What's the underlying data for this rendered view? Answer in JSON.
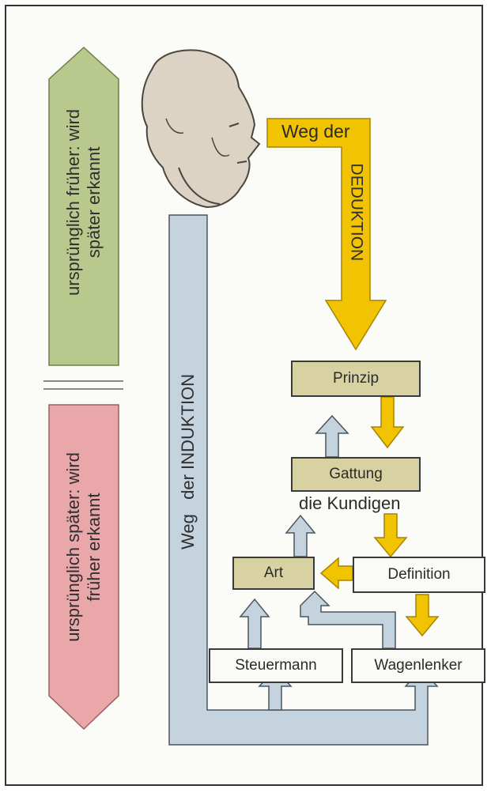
{
  "scale": {
    "upper_label": "ursprünglich früher: wird später erkannt",
    "lower_label": "ursprünglich später: wird früher erkannt"
  },
  "deduction": {
    "prefix": "Weg der",
    "word": "DEDUKTION"
  },
  "induction": {
    "label": "Weg   der INDUKTION"
  },
  "nodes": {
    "prinzip": "Prinzip",
    "gattung": "Gattung",
    "kundigen": "die Kundigen",
    "art": "Art",
    "definition": "Definition",
    "steuermann": "Steuermann",
    "wagenlenker": "Wagenlenker"
  },
  "colors": {
    "deduction_arrow": "#f2c300",
    "induction_arrow": "#c5d3df",
    "upper_hexagon": "#b9c98d",
    "lower_hexagon": "#e9a7a9",
    "genus_box": "#d8d2a2"
  }
}
